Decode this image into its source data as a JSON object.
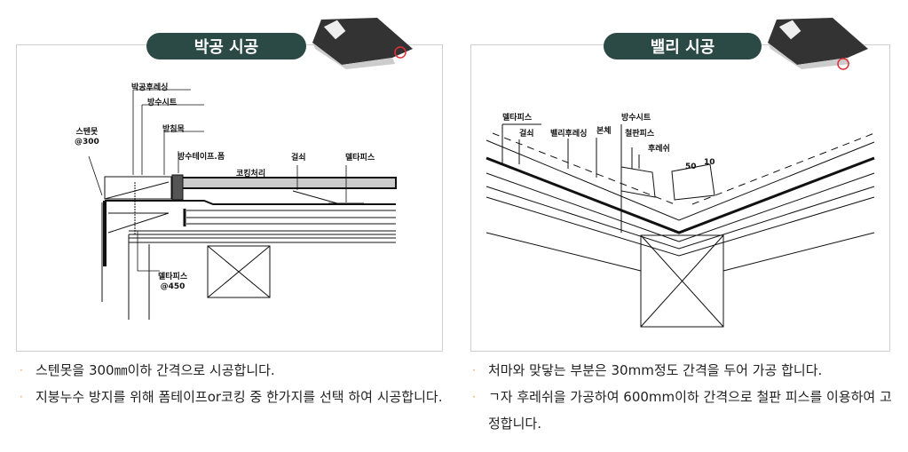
{
  "left": {
    "title": "박공 시공",
    "labels": {
      "bargeFlashing": "박공후레싱",
      "waterproofSheet": "방수시트",
      "supportWood": "받침목",
      "stainlessNail": "스텐못",
      "stainlessNailSpacing": "@300",
      "waterproofTapeFoam": "방수테이프.폼",
      "caulking": "코킹처리",
      "hook": "걸쇠",
      "deltaPiece": "델타피스",
      "deltaPiece2": "델타피스",
      "deltaPieceSpacing": "@450"
    },
    "notes": [
      "스텐못을 300㎜이하 간격으로 시공합니다.",
      "지붕누수 방지를 위해 폼테이프or코킹 중 한가지를 선택 하여 시공합니다."
    ]
  },
  "right": {
    "title": "밸리 시공",
    "labels": {
      "deltaPiece": "델타피스",
      "hook": "걸쇠",
      "valleyFlashing": "밸리후레싱",
      "body": "본체",
      "waterproofSheet": "방수시트",
      "steelPiece": "철판피스",
      "flashing": "후레쉬",
      "dim50": "50",
      "dim10": "10"
    },
    "notes": [
      "처마와 맞닿는 부분은 30mm정도 간격을 두어 가공 합니다.",
      "ㄱ자 후레쉬을 가공하여 600mm이하 간격으로 철판 피스를 이용하여 고정합니다."
    ]
  },
  "colors": {
    "pill": "#2c4a45",
    "bullet": "#f0a040",
    "highlight": "#e0303a"
  }
}
